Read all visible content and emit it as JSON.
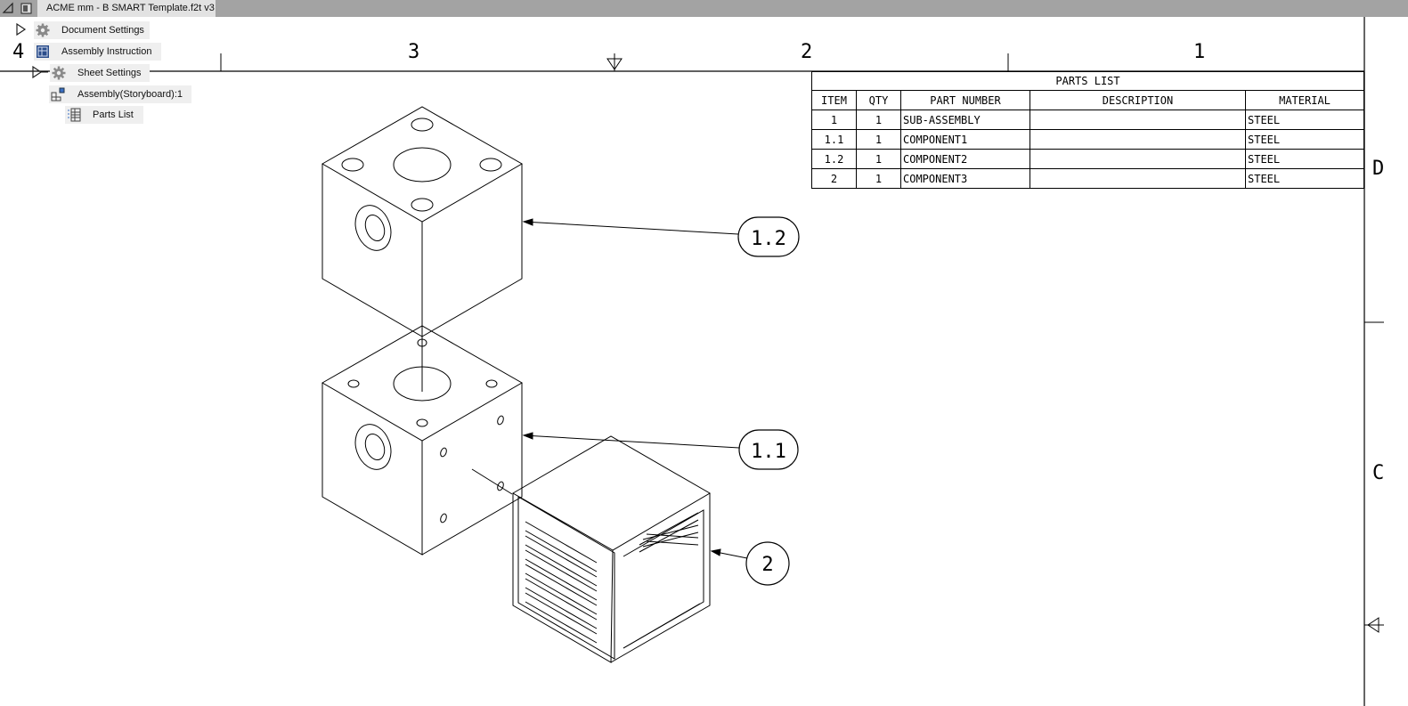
{
  "window": {
    "title": "ACME mm - B SMART Template.f2t v3"
  },
  "browser": {
    "nodes": [
      {
        "label": "Document Settings",
        "icon": "gear-icon"
      },
      {
        "label": "Assembly Instruction",
        "icon": "drawing-icon"
      },
      {
        "label": "Sheet Settings",
        "icon": "gear-icon"
      },
      {
        "label": "Assembly(Storyboard):1",
        "icon": "assembly-view-icon"
      },
      {
        "label": "Parts List",
        "icon": "parts-list-icon"
      }
    ]
  },
  "sheet": {
    "zone_numbers": [
      "4",
      "3",
      "2",
      "1"
    ],
    "zone_letters": [
      "D",
      "C"
    ]
  },
  "parts_list": {
    "title": "PARTS LIST",
    "headers": [
      "ITEM",
      "QTY",
      "PART NUMBER",
      "DESCRIPTION",
      "MATERIAL"
    ],
    "rows": [
      [
        "1",
        "1",
        "SUB-ASSEMBLY",
        "",
        "STEEL"
      ],
      [
        "1.1",
        "1",
        "COMPONENT1",
        "",
        "STEEL"
      ],
      [
        "1.2",
        "1",
        "COMPONENT2",
        "",
        "STEEL"
      ],
      [
        "2",
        "1",
        "COMPONENT3",
        "",
        "STEEL"
      ]
    ]
  },
  "balloons": [
    "1.2",
    "1.1",
    "2"
  ]
}
